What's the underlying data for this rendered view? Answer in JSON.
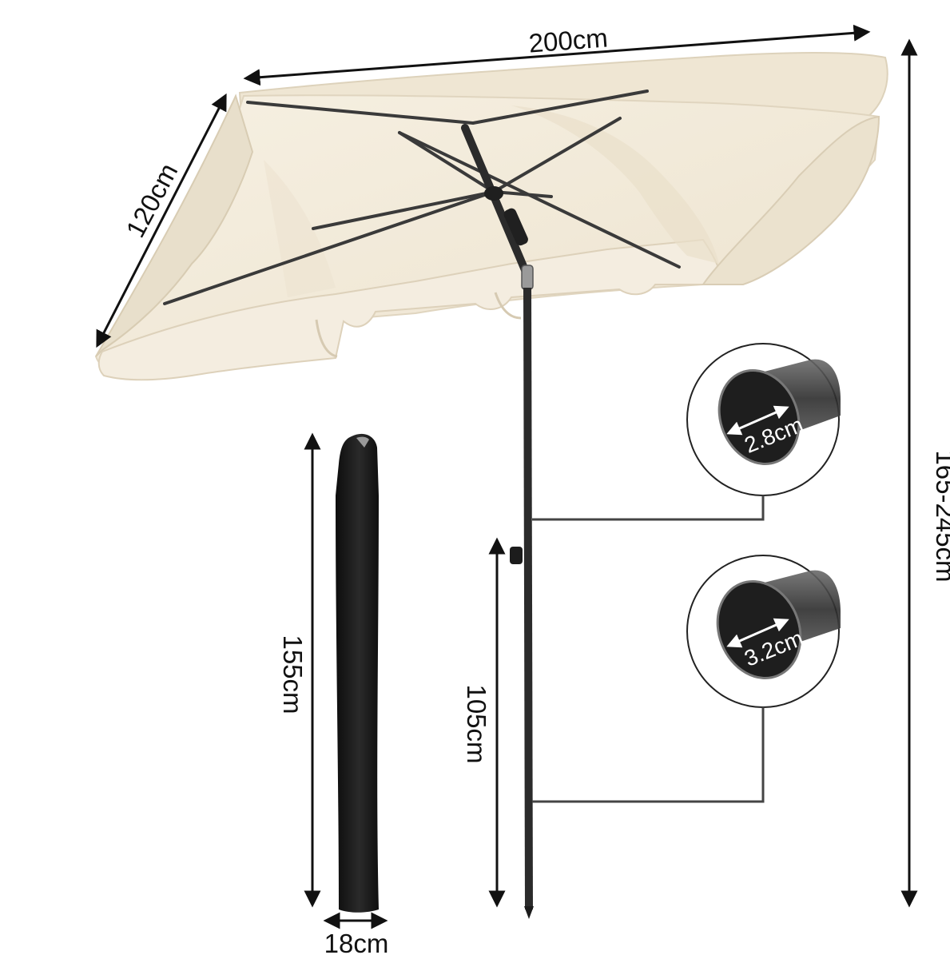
{
  "dimensions": {
    "canopy_width": "200cm",
    "canopy_depth": "120cm",
    "total_height": "165-245cm",
    "lower_pole_height": "105cm",
    "cover_length": "155cm",
    "cover_width": "18cm"
  },
  "pole_details": {
    "upper_diameter": "2.8cm",
    "lower_diameter": "3.2cm"
  },
  "colors": {
    "canopy": "#f3ecdc",
    "canopy_shadow": "#e2d8c4",
    "frame": "#3a3a3a",
    "pole": "#2b2b2b",
    "cover": "#161616",
    "arrow": "#111111",
    "background": "#ffffff"
  }
}
